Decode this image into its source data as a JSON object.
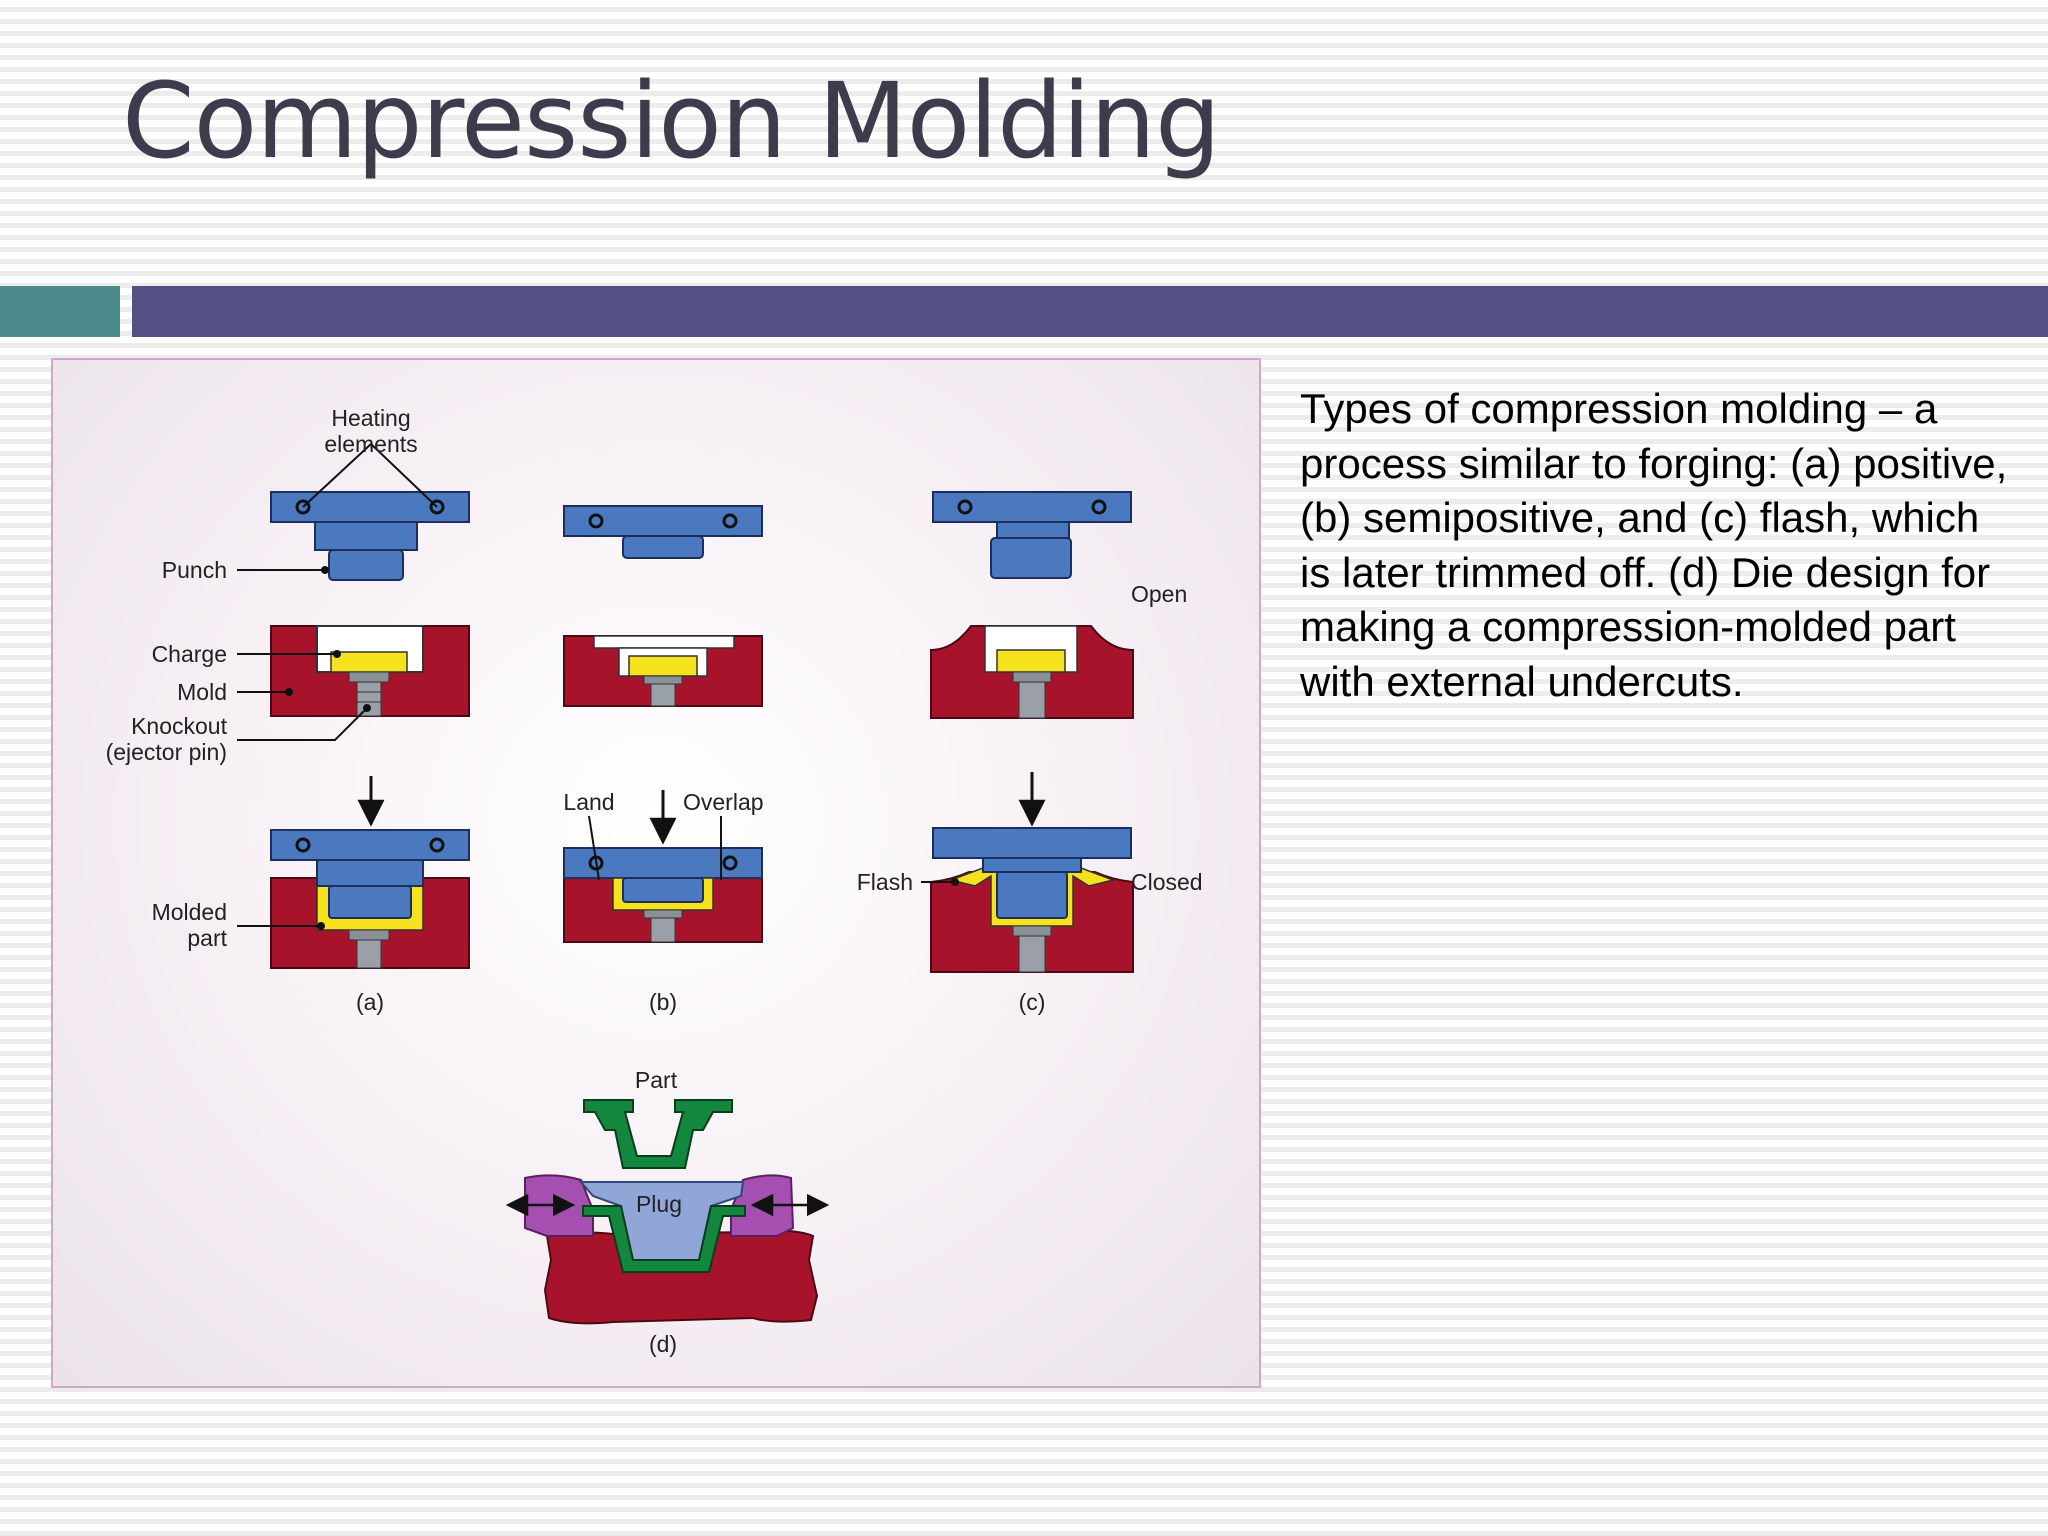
{
  "slide": {
    "title": "Compression Molding",
    "colors": {
      "accent_teal": "#4d8a8b",
      "accent_purple": "#555084",
      "title_color": "#3d3c4c"
    }
  },
  "figure": {
    "labels": {
      "heating_elements_1": "Heating",
      "heating_elements_2": "elements",
      "punch": "Punch",
      "charge": "Charge",
      "mold": "Mold",
      "knockout_1": "Knockout",
      "knockout_2": "(ejector pin)",
      "molded_part_1": "Molded",
      "molded_part_2": "part",
      "land": "Land",
      "overlap": "Overlap",
      "open": "Open",
      "flash": "Flash",
      "closed": "Closed",
      "part": "Part",
      "plug": "Plug",
      "panel_a": "(a)",
      "panel_b": "(b)",
      "panel_c": "(c)",
      "panel_d": "(d)"
    },
    "colors": {
      "punch_blue": "#4a79c0",
      "mold_red": "#a8132c",
      "charge_yellow": "#f5e11c",
      "part_green": "#13873e",
      "side_purple": "#a54fb0",
      "plug_blue": "#8fa6d6"
    }
  },
  "caption": {
    "text": "Types of compression molding – a process similar to forging: (a) positive, (b) semipositive, and (c) flash, which is later trimmed off. (d) Die design for making a compression-molded part with external undercuts."
  }
}
